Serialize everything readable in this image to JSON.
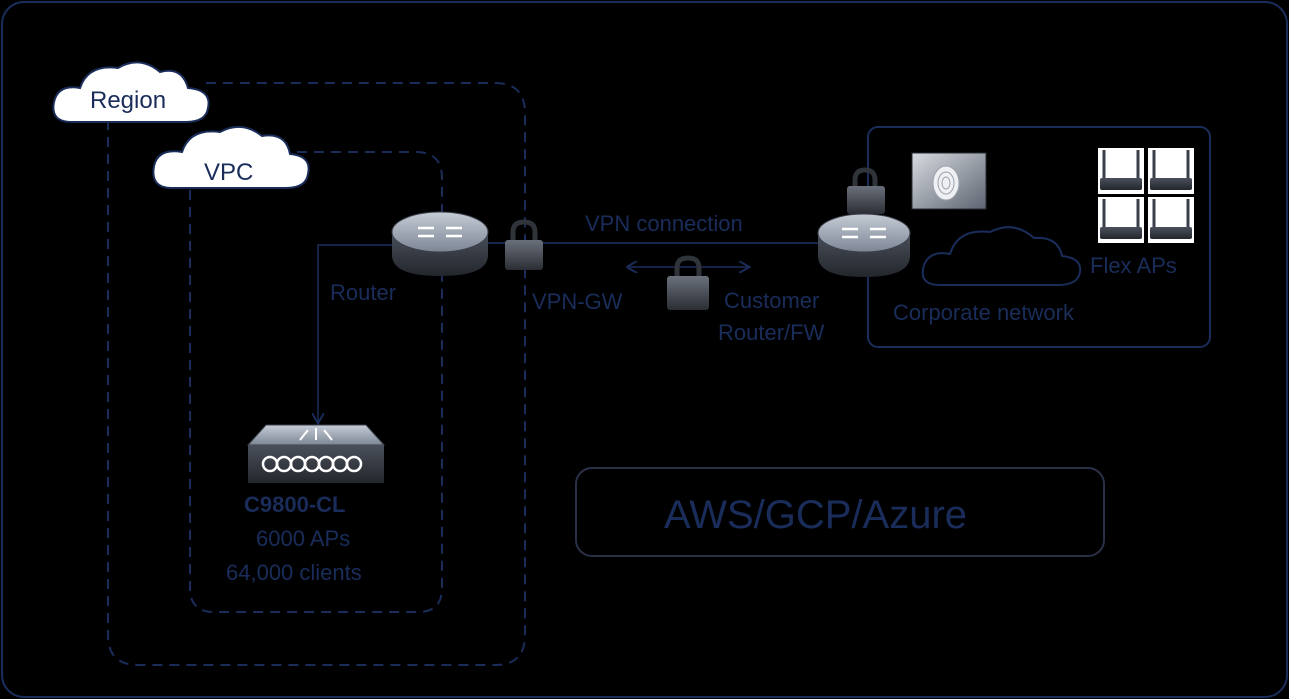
{
  "diagram": {
    "region_label": "Region",
    "vpc_label": "VPC",
    "router_label": "Router",
    "vpn_gw_label": "VPN-GW",
    "vpn_connection_label": "VPN connection",
    "customer_router_label_line1": "Customer",
    "customer_router_label_line2": "Router/FW",
    "flex_aps_label": "Flex APs",
    "corporate_network_label": "Corporate network",
    "controller_name": "C9800-CL",
    "controller_aps": "6000 APs",
    "controller_clients": "64,000 clients",
    "cloud_providers_label": "AWS/GCP/Azure"
  },
  "colors": {
    "background": "#000000",
    "line": "#1a2d5a",
    "text": "#1a2d5a",
    "device_dark": "#3a3f4a",
    "device_light": "#9aa3b1"
  }
}
